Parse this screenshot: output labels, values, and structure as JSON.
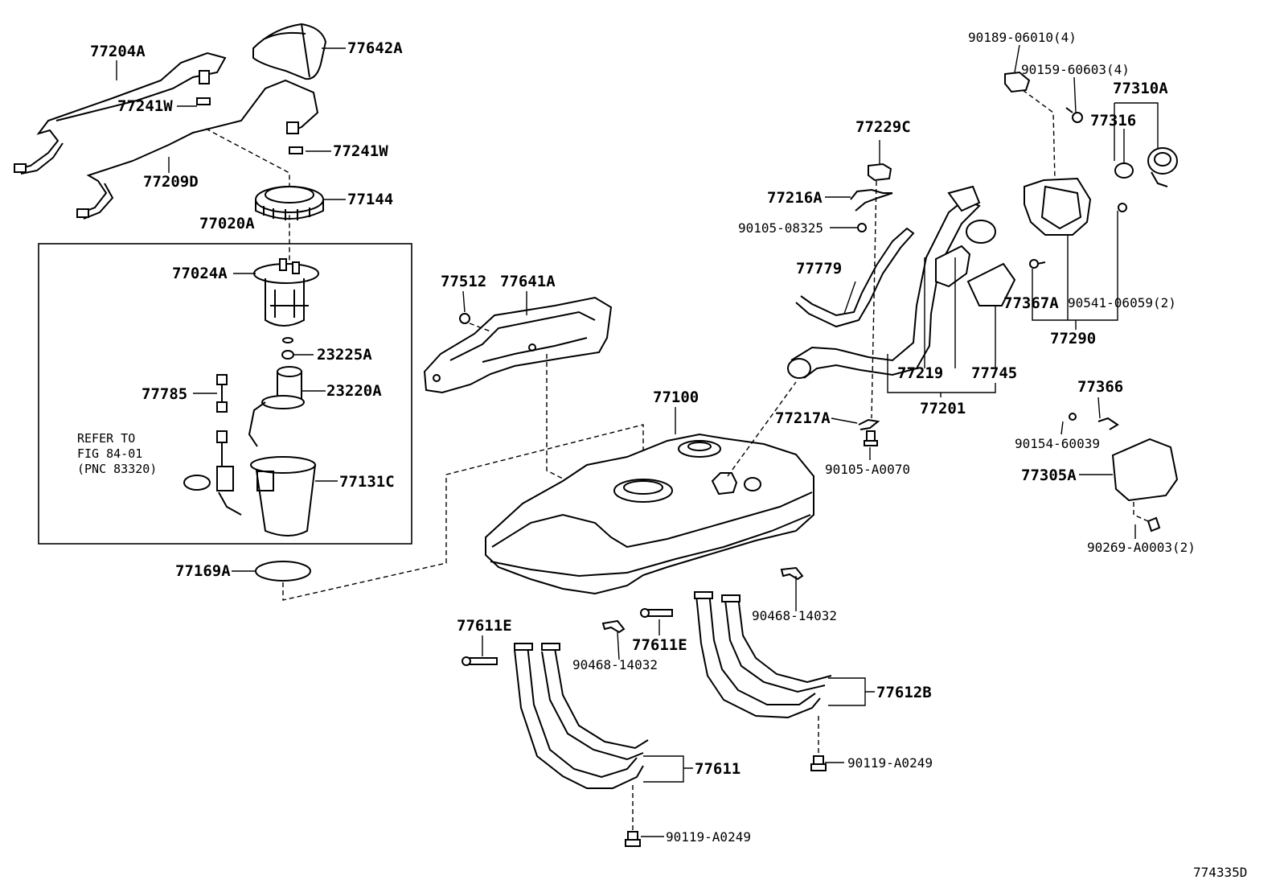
{
  "diagram_code": "774335D",
  "refer_note": {
    "line1": "REFER TO",
    "line2": "FIG 84-01",
    "line3": "(PNC 83320)"
  },
  "labels": {
    "p77204A": "77204A",
    "p77642A": "77642A",
    "p77241W_a": "77241W",
    "p77241W_b": "77241W",
    "p77209D": "77209D",
    "p77144": "77144",
    "p77020A": "77020A",
    "p77024A": "77024A",
    "p23225A": "23225A",
    "p77785": "77785",
    "p23220A": "23220A",
    "p77131C": "77131C",
    "p77169A": "77169A",
    "p77512": "77512",
    "p77641A": "77641A",
    "p77100": "77100",
    "p77611E_a": "77611E",
    "p77611E_b": "77611E",
    "p90468_a": "90468-14032",
    "p90468_b": "90468-14032",
    "p77611": "77611",
    "p90119_a": "90119-A0249",
    "p90119_b": "90119-A0249",
    "p77612B": "77612B",
    "p77229C": "77229C",
    "p77216A": "77216A",
    "p90105_08325": "90105-08325",
    "p77779": "77779",
    "p77219": "77219",
    "p77745": "77745",
    "p77201": "77201",
    "p77217A": "77217A",
    "p90105_A0070": "90105-A0070",
    "p90189": "90189-06010(4)",
    "p90159": "90159-60603(4)",
    "p77310A": "77310A",
    "p77316": "77316",
    "p77367A": "77367A",
    "p90541": "90541-06059(2)",
    "p77290": "77290",
    "p77366": "77366",
    "p90154": "90154-60039",
    "p77305A": "77305A",
    "p90269": "90269-A0003(2)"
  }
}
